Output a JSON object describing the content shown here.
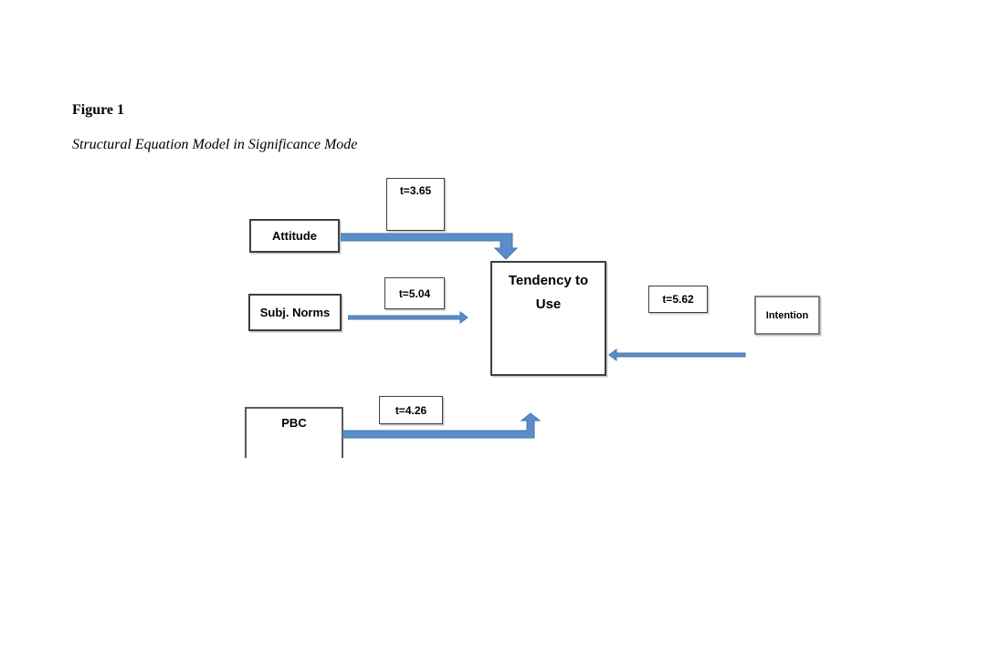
{
  "figure": {
    "caption_label": "Figure 1",
    "caption_title": "Structural Equation Model in Significance Mode"
  },
  "diagram": {
    "colors": {
      "arrow_fill": "#5B8EC8",
      "arrow_stroke": "#4576AD",
      "box_border_dark": "#3F3F3F",
      "box_border_gray": "#808080"
    },
    "nodes": {
      "attitude": {
        "label": "Attitude"
      },
      "subj_norms": {
        "label": "Subj. Norms"
      },
      "pbc": {
        "label": "PBC"
      },
      "tendency": {
        "label": "Tendency to Use"
      },
      "intention": {
        "label": "Intention"
      }
    },
    "t_values": {
      "attitude_to_tendency": {
        "label": "t=3.65"
      },
      "subj_norms_to_tendency": {
        "label": "t=5.04"
      },
      "pbc_to_tendency": {
        "label": "t=4.26"
      },
      "intention_to_tendency": {
        "label": "t=5.62"
      }
    },
    "edges": [
      {
        "from": "Attitude",
        "to": "Tendency to Use",
        "t_value": "t=3.65",
        "arrow_style": "thick-elbow-down"
      },
      {
        "from": "Subj. Norms",
        "to": "Tendency to Use",
        "t_value": "t=5.04",
        "arrow_style": "thin-right"
      },
      {
        "from": "PBC",
        "to": "Tendency to Use",
        "t_value": "t=4.26",
        "arrow_style": "thick-elbow-up"
      },
      {
        "from": "Intention",
        "to": "Tendency to Use",
        "t_value": "t=5.62",
        "arrow_style": "thin-left"
      }
    ]
  }
}
